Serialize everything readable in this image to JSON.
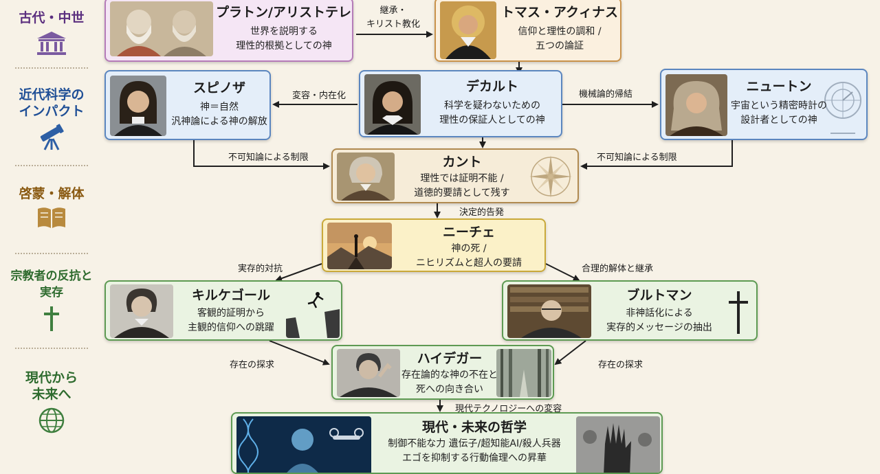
{
  "eras": [
    {
      "label": "古代・中世",
      "color": "#5b2f7f",
      "icon": "temple-icon"
    },
    {
      "label": "近代科学の\nインパクト",
      "color": "#1f4f96",
      "icon": "telescope-icon"
    },
    {
      "label": "啓蒙・解体",
      "color": "#8a5a12",
      "icon": "book-icon"
    },
    {
      "label": "宗教者の反抗と\n実存",
      "color": "#2e6b2e",
      "icon": "cross-icon"
    },
    {
      "label": "現代から\n未来へ",
      "color": "#2e6b2e",
      "icon": "globe-icon"
    }
  ],
  "nodes": {
    "plato": {
      "name": "プラトン/アリストテレス",
      "desc": "世界を説明する\n理性的根拠としての神"
    },
    "aquinas": {
      "name": "トマス・アクィナス",
      "desc": "信仰と理性の調和 /\n五つの論証"
    },
    "spinoza": {
      "name": "スピノザ",
      "desc": "神＝自然\n汎神論による神の解放"
    },
    "descartes": {
      "name": "デカルト",
      "desc": "科学を疑わないための\n理性の保証人としての神"
    },
    "newton": {
      "name": "ニュートン",
      "desc": "宇宙という精密時計の\n設計者としての神"
    },
    "kant": {
      "name": "カント",
      "desc": "理性では証明不能 /\n道徳的要請として残す"
    },
    "nietzsche": {
      "name": "ニーチェ",
      "desc": "神の死 /\nニヒリズムと超人の要請"
    },
    "kierkegaard": {
      "name": "キルケゴール",
      "desc": "客観的証明から\n主観的信仰への跳躍"
    },
    "bultmann": {
      "name": "ブルトマン",
      "desc": "非神話化による\n実存的メッセージの抽出"
    },
    "heidegger": {
      "name": "ハイデガー",
      "desc": "存在論的な神の不在と\n死への向き合い"
    },
    "modern": {
      "name": "現代・未来の哲学",
      "desc": "制御不能な力 遺伝子/超知能AI/殺人兵器\nエゴを抑制する行動倫理への昇華"
    }
  },
  "edges": {
    "plato_aquinas": "継承・\nキリスト教化",
    "descartes_spinoza": "変容・内在化",
    "descartes_newton": "機械論的帰結",
    "spinoza_kant": "不可知論による制限",
    "newton_kant": "不可知論による制限",
    "kant_nietzsche": "決定的告発",
    "nietzsche_kierkegaard": "実存的対抗",
    "nietzsche_bultmann": "合理的解体と継承",
    "kierkegaard_heidegger": "存在の探求",
    "bultmann_heidegger": "存在の探求",
    "heidegger_modern": "現代テクノロジーへの変容"
  },
  "colors": {
    "ancient_bg": "#f5e6f5",
    "ancient_border": "#b57bb8",
    "aquinas_bg": "#fbf0df",
    "aquinas_border": "#c9924a",
    "modern_bg": "#e4eef9",
    "modern_border": "#5b86bf",
    "kant_bg": "#f6ecd8",
    "kant_border": "#b08a50",
    "nietzsche_bg": "#fbf1c8",
    "nietzsche_border": "#c9a93a",
    "exist_bg": "#eaf3e2",
    "exist_border": "#5d9a52"
  }
}
